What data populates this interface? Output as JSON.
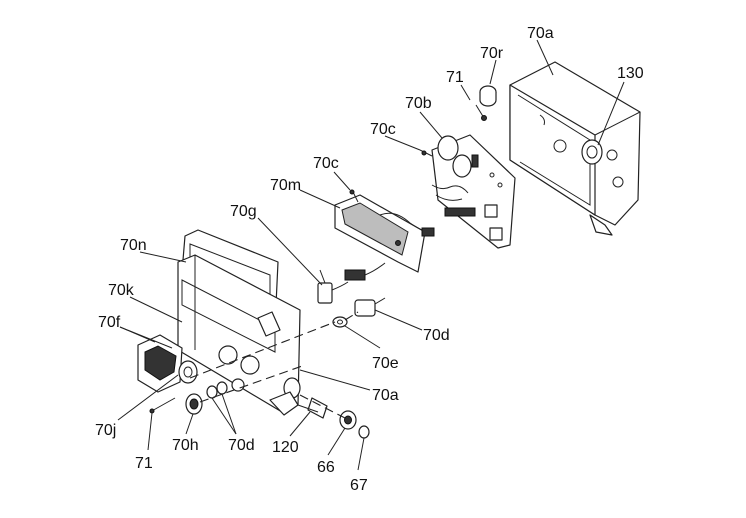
{
  "labels": {
    "70a_top": "70a",
    "70r": "70r",
    "71_top": "71",
    "130": "130",
    "70b": "70b",
    "70c_upper": "70c",
    "70c_lower": "70c",
    "70m": "70m",
    "70g": "70g",
    "70n": "70n",
    "70k": "70k",
    "70f": "70f",
    "70d_right": "70d",
    "70e": "70e",
    "70a_bottom": "70a",
    "70j": "70j",
    "71_bottom": "71",
    "70h": "70h",
    "70d_bottom": "70d",
    "120": "120",
    "66": "66",
    "67": "67"
  }
}
